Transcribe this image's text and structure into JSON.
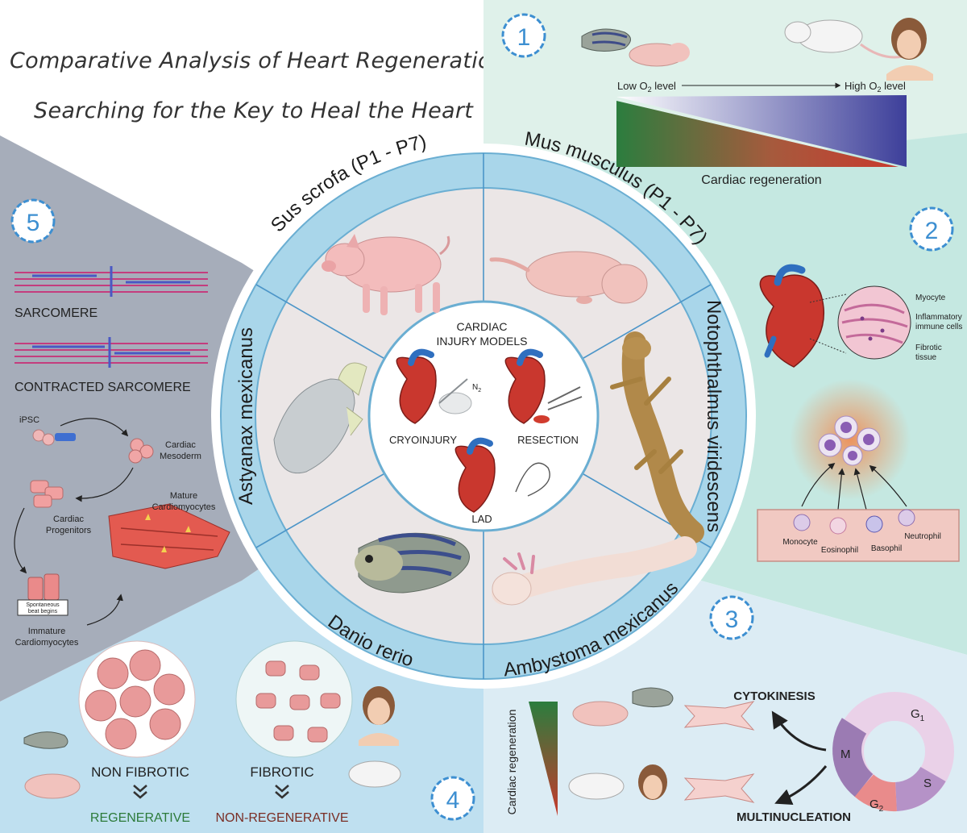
{
  "title": {
    "line1": "Comparative Analysis of Heart Regeneration:",
    "line2": "Searching for the Key to Heal the Heart"
  },
  "panel_numbers": [
    "1",
    "2",
    "3",
    "4",
    "5"
  ],
  "colors": {
    "panel1_bg": "#dff1ea",
    "panel2_bg": "#c5e8e1",
    "panel3_bg": "#dcecf4",
    "panel4_bg": "#bfe0f0",
    "panel5_bg": "#a6adba",
    "ring": "#a9d6ea",
    "ring_stroke": "#6aaed2",
    "number_circle": "#3d8fd1",
    "green": "#2c7a3a",
    "red_dark": "#7a2e25"
  },
  "oxygen": {
    "low_label": "Low O",
    "high_label": "High O",
    "subscript": "2",
    "level_word": " level",
    "regen_label": "Cardiac regeneration"
  },
  "panel2": {
    "labels": [
      "Myocyte",
      "Inflammatory",
      "immune cells",
      "Fibrotic",
      "tissue"
    ],
    "cells": [
      "Monocyte",
      "Eosinophil",
      "Basophil",
      "Neutrophil"
    ]
  },
  "species": [
    "Sus scrofa (P1 - P7)",
    "Mus musculus (P1 - P7)",
    "Notophthalmus viridescens",
    "Ambystoma mexicanus",
    "Danio rerio",
    "Astyanax mexicanus"
  ],
  "center": {
    "title_line1": "CARDIAC",
    "title_line2": "INJURY MODELS",
    "models": [
      "CRYOINJURY",
      "RESECTION",
      "LAD"
    ],
    "n2_label": "N",
    "n2_sub": "2"
  },
  "panel3": {
    "axis_label": "Cardiac regeneration",
    "cytokinesis": "CYTOKINESIS",
    "multinucleation": "MULTINUCLEATION",
    "phases": [
      "G",
      "S",
      "G",
      "M"
    ],
    "phase_subs": [
      "1",
      "",
      "2",
      ""
    ]
  },
  "panel4": {
    "non_fibrotic": "NON FIBROTIC",
    "fibrotic": "FIBROTIC",
    "regenerative": "REGENERATIVE",
    "non_regenerative": "NON-REGENERATIVE"
  },
  "panel5": {
    "sarcomere": "SARCOMERE",
    "contracted": "CONTRACTED SARCOMERE",
    "ipsc": "iPSC",
    "cardiac_mesoderm": [
      "Cardiac",
      "Mesoderm"
    ],
    "cardiac_progenitors": [
      "Cardiac",
      "Progenitors"
    ],
    "mature": [
      "Mature",
      "Cardiomyocytes"
    ],
    "immature": [
      "Immature",
      "Cardiomyocytes"
    ],
    "beat": [
      "Spontaneous",
      "beat begins"
    ]
  }
}
